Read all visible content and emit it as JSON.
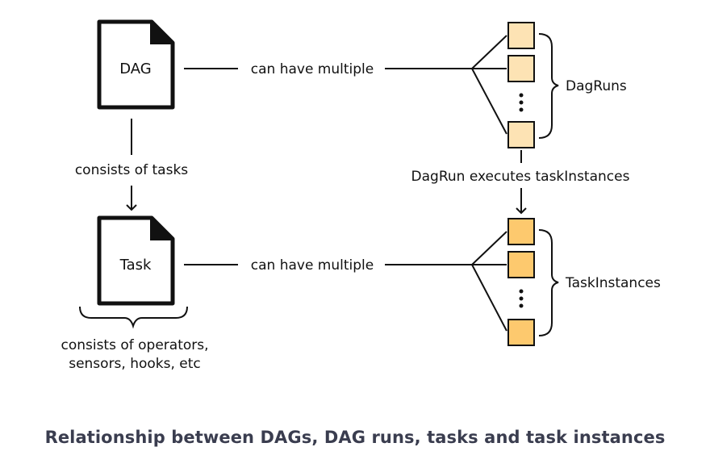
{
  "nodes": {
    "dag": "DAG",
    "task": "Task"
  },
  "edges": {
    "dag_to_dagruns": "can have multiple",
    "task_to_taskinstances": "can have multiple",
    "dag_to_task": "consists of tasks",
    "dagrun_to_taskinstance": "DagRun executes taskInstances"
  },
  "groups": {
    "dagruns": "DagRuns",
    "taskinstances": "TaskInstances"
  },
  "task_contents": {
    "line1": "consists of operators,",
    "line2": "sensors, hooks, etc"
  },
  "caption": "Relationship between DAGs, DAG runs, tasks and task instances",
  "colors": {
    "dagrun_box": "#fde3b4",
    "taskinstance_box": "#fdc96e",
    "box_border": "#111111",
    "caption": "#3a3d4f"
  }
}
